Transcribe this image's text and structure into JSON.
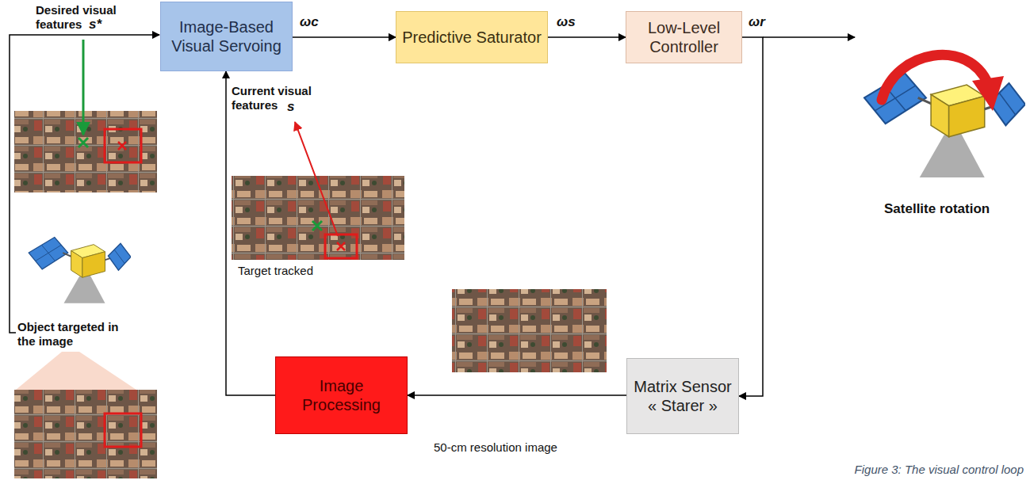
{
  "diagram": {
    "caption": "Figure 3: The visual control loop",
    "nodes": [
      {
        "text": [
          "Image-Based Visual Servoing"
        ]
      },
      {
        "text": [
          "Predictive Saturator"
        ]
      },
      {
        "text": [
          "Low-Level Controller"
        ]
      },
      {
        "text": [
          "Matrix Sensor « Starer »"
        ]
      },
      {
        "text": [
          "Image Processing"
        ]
      }
    ],
    "edges": [
      {
        "from": 0,
        "to": 1,
        "arrow": "to",
        "label": "ωc"
      },
      {
        "from": 1,
        "to": 2,
        "arrow": "to",
        "label": "ωs"
      },
      {
        "from": 2,
        "to": 3,
        "arrow": "to",
        "label": "ωr"
      },
      {
        "from": 3,
        "to": 4,
        "arrow": "to",
        "label": "50-cm resolution image"
      },
      {
        "from": 4,
        "to": 0,
        "arrow": "to"
      }
    ],
    "labels": [
      "Desired visual features",
      "s*",
      "Current visual features",
      "s",
      "Target tracked",
      "Satellite rotation",
      "Object targeted in the image"
    ]
  }
}
